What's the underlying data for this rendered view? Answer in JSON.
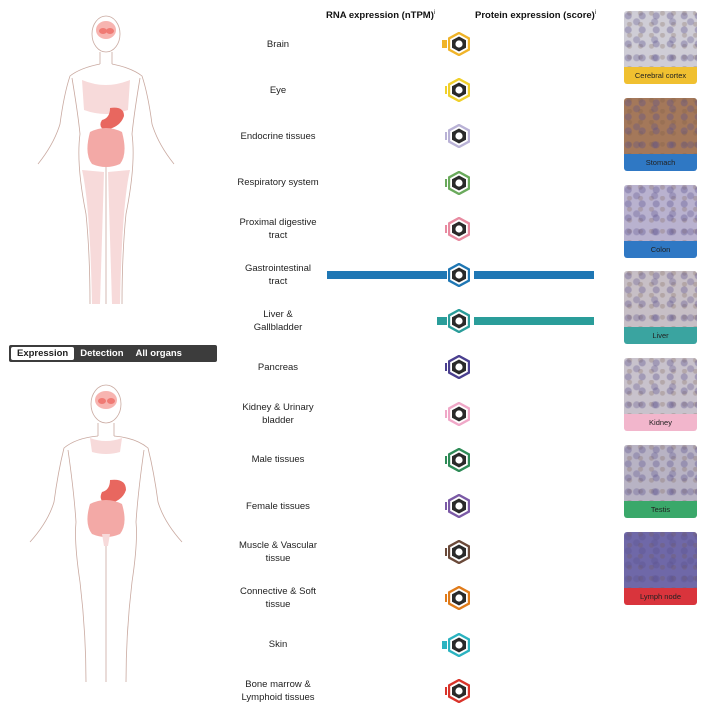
{
  "headers": {
    "rna": "RNA expression (nTPM)",
    "protein": "Protein expression (score)",
    "info_mark": "i"
  },
  "toggle": {
    "options": [
      "Expression",
      "Detection",
      "All organs"
    ],
    "selected": "Expression"
  },
  "tissues": [
    {
      "label_lines": [
        "Brain"
      ],
      "color": "#f0b429",
      "icon": "brain-icon",
      "rna": 0.04,
      "protein": 0
    },
    {
      "label_lines": [
        "Eye"
      ],
      "color": "#f0d02a",
      "icon": "eye-icon",
      "rna": 0.0,
      "protein": 0
    },
    {
      "label_lines": [
        "Endocrine tissues"
      ],
      "color": "#b9b2d6",
      "icon": "thyroid-icon",
      "rna": 0.0,
      "protein": 0
    },
    {
      "label_lines": [
        "Respiratory system"
      ],
      "color": "#6aaa5c",
      "icon": "lung-icon",
      "rna": 0.0,
      "protein": 0
    },
    {
      "label_lines": [
        "Proximal digestive",
        "tract"
      ],
      "color": "#e88aa0",
      "icon": "tooth-icon",
      "rna": 0.0,
      "protein": 0
    },
    {
      "label_lines": [
        "Gastrointestinal",
        "tract"
      ],
      "color": "#1f77b4",
      "icon": "stomach-icon",
      "rna": 1.0,
      "protein": 1.0
    },
    {
      "label_lines": [
        "Liver &",
        "Gallbladder"
      ],
      "color": "#2a9d9a",
      "icon": "liver-icon",
      "rna": 0.08,
      "protein": 1.0
    },
    {
      "label_lines": [
        "Pancreas"
      ],
      "color": "#4a3f8f",
      "icon": "pancreas-icon",
      "rna": 0.0,
      "protein": 0
    },
    {
      "label_lines": [
        "Kidney & Urinary",
        "bladder"
      ],
      "color": "#f0a8c8",
      "icon": "kidney-icon",
      "rna": 0.0,
      "protein": 0
    },
    {
      "label_lines": [
        "Male tissues"
      ],
      "color": "#2e8b57",
      "icon": "male-tissue-icon",
      "rna": 0.0,
      "protein": 0
    },
    {
      "label_lines": [
        "Female tissues"
      ],
      "color": "#7b5aa6",
      "icon": "female-tissue-icon",
      "rna": 0.0,
      "protein": 0
    },
    {
      "label_lines": [
        "Muscle & Vascular",
        "tissue"
      ],
      "color": "#6b4a3a",
      "icon": "heart-icon",
      "rna": 0.0,
      "protein": 0
    },
    {
      "label_lines": [
        "Connective & Soft",
        "tissue"
      ],
      "color": "#e07b1a",
      "icon": "connective-tissue-icon",
      "rna": 0.0,
      "protein": 0
    },
    {
      "label_lines": [
        "Skin"
      ],
      "color": "#2bb3c0",
      "icon": "skin-icon",
      "rna": 0.04,
      "protein": 0
    },
    {
      "label_lines": [
        "Bone marrow &",
        "Lymphoid tissues"
      ],
      "color": "#d9342b",
      "icon": "bone-marrow-icon",
      "rna": 0.0,
      "protein": 0
    }
  ],
  "thumbnails": [
    {
      "caption": "Cerebral cortex",
      "color": "#f0c030",
      "bg": "#cfcdd6"
    },
    {
      "caption": "Stomach",
      "color": "#2f78c4",
      "bg": "#a4785a"
    },
    {
      "caption": "Colon",
      "color": "#2f78c4",
      "bg": "#b9b2cf"
    },
    {
      "caption": "Liver",
      "color": "#3aa4a0",
      "bg": "#c7bfc6"
    },
    {
      "caption": "Kidney",
      "color": "#f2b6cc",
      "bg": "#c8c2cc"
    },
    {
      "caption": "Testis",
      "color": "#3aa86a",
      "bg": "#b8b3c4"
    },
    {
      "caption": "Lymph node",
      "color": "#d9343c",
      "bg": "#6f68a8"
    }
  ]
}
